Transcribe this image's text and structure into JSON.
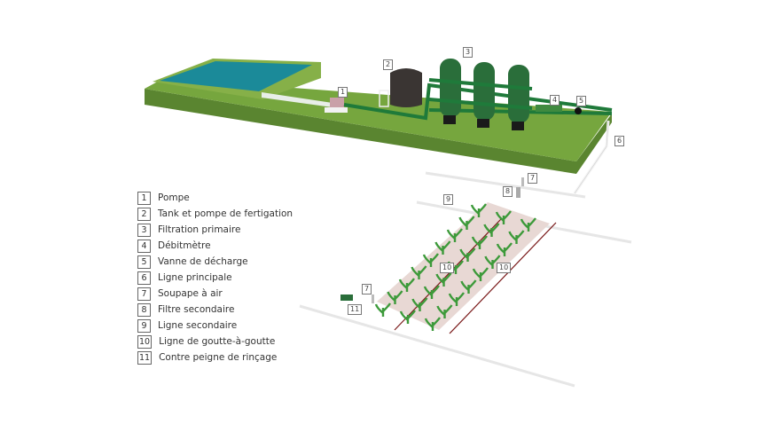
{
  "legend": [
    {
      "num": "1",
      "label": "Pompe"
    },
    {
      "num": "2",
      "label": "Tank et pompe de fertigation"
    },
    {
      "num": "3",
      "label": "Filtration primaire"
    },
    {
      "num": "4",
      "label": "Débitmètre"
    },
    {
      "num": "5",
      "label": "Vanne de décharge"
    },
    {
      "num": "6",
      "label": "Ligne principale"
    },
    {
      "num": "7",
      "label": "Soupape à air"
    },
    {
      "num": "8",
      "label": "Filtre secondaire"
    },
    {
      "num": "9",
      "label": "Ligne secondaire"
    },
    {
      "num": "10",
      "label": "Ligne de goutte-à-goutte"
    },
    {
      "num": "11",
      "label": "Contre peigne de rinçage"
    }
  ],
  "tags": {
    "t1": "1",
    "t2": "2",
    "t3": "3",
    "t4": "4",
    "t5": "5",
    "t6": "6",
    "t7a": "7",
    "t8": "8",
    "t9": "9",
    "t10a": "10",
    "t10b": "10",
    "t7b": "7",
    "t11": "11"
  },
  "colors": {
    "ground": "#6c9a3a",
    "pool": "#1b8a99",
    "pipe": "#1f7a3a",
    "tank": "#3a3533",
    "filter": "#2a6e3a",
    "field": "#e8d8d4",
    "drip": "#7a1a1a"
  }
}
